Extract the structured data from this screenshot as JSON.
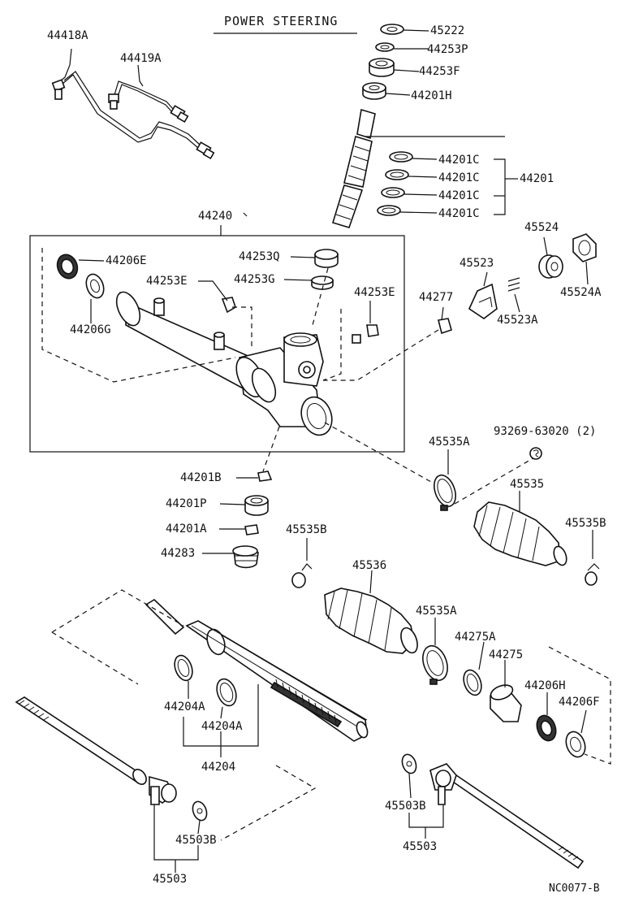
{
  "title": "POWER STEERING",
  "code": "NC0077-B",
  "labels": {
    "p44418A": "44418A",
    "p44419A": "44419A",
    "p45222": "45222",
    "p44253P": "44253P",
    "p44253F": "44253F",
    "p44201H": "44201H",
    "p44201C_1": "44201C",
    "p44201C_2": "44201C",
    "p44201C_3": "44201C",
    "p44201C_4": "44201C",
    "p44201": "44201",
    "p44240": "44240",
    "p44206E": "44206E",
    "p44206G": "44206G",
    "p44253Q": "44253Q",
    "p44253G": "44253G",
    "p44253E_1": "44253E",
    "p44253E_2": "44253E",
    "p45524": "45524",
    "p45524A": "45524A",
    "p45523": "45523",
    "p45523A": "45523A",
    "p44277": "44277",
    "p44201B": "44201B",
    "p44201P": "44201P",
    "p44201A": "44201A",
    "p44283": "44283",
    "p93269": "93269-63020 (2)",
    "p45535A_1": "45535A",
    "p45535": "45535",
    "p45535B_1": "45535B",
    "p45535B_2": "45535B",
    "p45536": "45536",
    "p45535A_2": "45535A",
    "p44275A": "44275A",
    "p44275": "44275",
    "p44206H": "44206H",
    "p44206F": "44206F",
    "p44204A_1": "44204A",
    "p44204A_2": "44204A",
    "p44204": "44204",
    "p45503B_1": "45503B",
    "p45503B_2": "45503B",
    "p45503_1": "45503",
    "p45503_2": "45503"
  }
}
